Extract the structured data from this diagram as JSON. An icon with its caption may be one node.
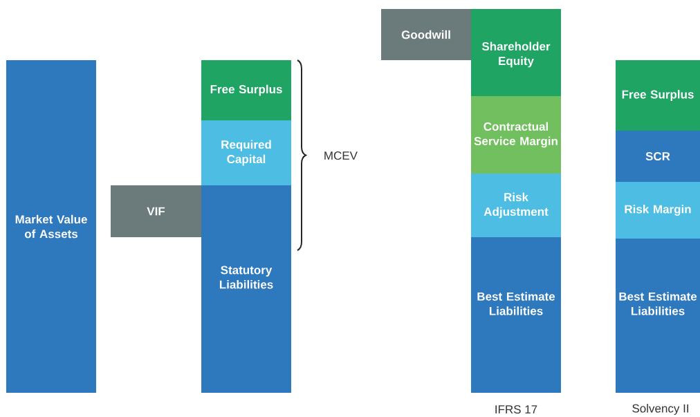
{
  "diagram": {
    "nodes": [
      {
        "text": [
          "Market Value of Assets"
        ]
      },
      {
        "text": [
          "Free Surplus"
        ]
      },
      {
        "text": [
          "Required Capital"
        ]
      },
      {
        "text": [
          "VIF"
        ]
      },
      {
        "text": [
          "Statutory Liabilities"
        ]
      },
      {
        "text": [
          "Goodwill"
        ]
      },
      {
        "text": [
          "Shareholder Equity"
        ]
      },
      {
        "text": [
          "Contractual Service Margin"
        ]
      },
      {
        "text": [
          "Risk Adjustment"
        ]
      },
      {
        "text": [
          "Best Estimate Liabilities"
        ]
      },
      {
        "text": [
          "Free Surplus"
        ]
      },
      {
        "text": [
          "SCR"
        ]
      },
      {
        "text": [
          "Risk Margin"
        ]
      },
      {
        "text": [
          "Best Estimate Liabilities"
        ]
      }
    ],
    "labels": [
      "MCEV",
      "IFRS 17",
      "Solvency II"
    ]
  }
}
